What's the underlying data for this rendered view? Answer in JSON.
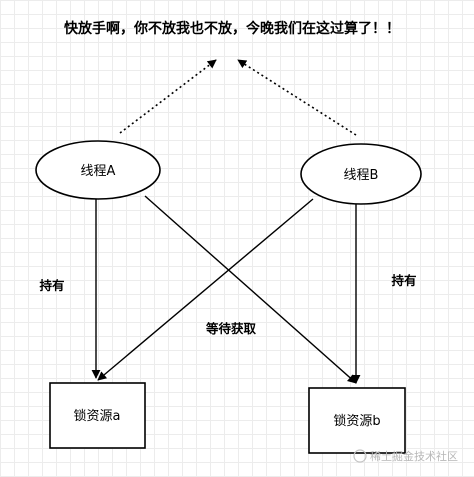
{
  "title": "快放手啊，你不放我也不放，今晚我们在这过算了！！",
  "nodes": {
    "thread_a": "线程A",
    "thread_b": "线程B",
    "lock_a": "锁资源a",
    "lock_b": "锁资源b"
  },
  "edge_labels": {
    "hold_left": "持有",
    "hold_right": "持有",
    "waiting": "等待获取"
  },
  "watermark": "稀土掘金技术社区"
}
